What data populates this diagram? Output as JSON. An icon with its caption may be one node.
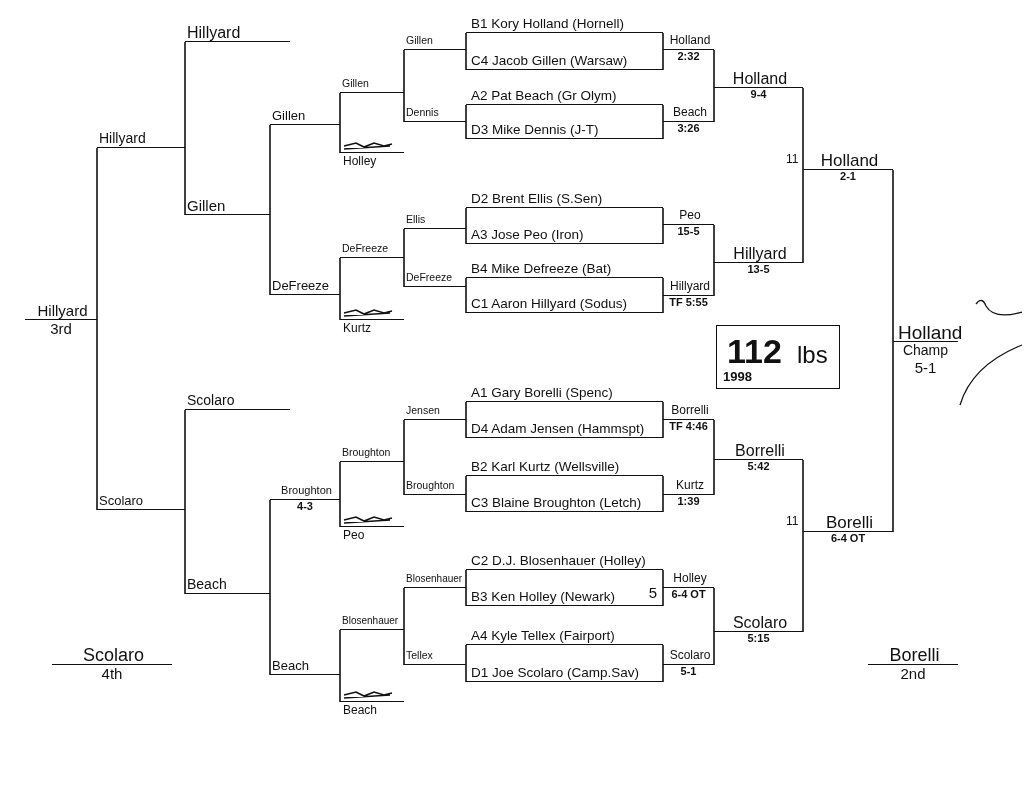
{
  "diagram": {
    "nodes": [
      {
        "text": [
          "112",
          "lbs",
          "1998"
        ]
      },
      {
        "text": [
          "B1 Kory Holland (Hornell)"
        ]
      },
      {
        "text": [
          "C4 Jacob Gillen (Warsaw)"
        ]
      },
      {
        "text": [
          "A2 Pat Beach (Gr Olym)"
        ]
      },
      {
        "text": [
          "D3 Mike Dennis (J-T)"
        ]
      },
      {
        "text": [
          "D2 Brent Ellis (S.Sen)"
        ]
      },
      {
        "text": [
          "A3 Jose Peo (Iron)"
        ]
      },
      {
        "text": [
          "B4 Mike Defreeze (Bat)"
        ]
      },
      {
        "text": [
          "C1 Aaron Hillyard (Sodus)"
        ]
      },
      {
        "text": [
          "A1 Gary Borelli (Spenc)"
        ]
      },
      {
        "text": [
          "D4 Adam Jensen (Hammspt)"
        ]
      },
      {
        "text": [
          "B2 Karl Kurtz (Wellsville)"
        ]
      },
      {
        "text": [
          "C3 Blaine Broughton (Letch)"
        ]
      },
      {
        "text": [
          "C2 D.J. Blosenhauer (Holley)"
        ]
      },
      {
        "text": [
          "B3 Ken Holley (Newark)"
        ],
        "beside": [
          "5"
        ]
      },
      {
        "text": [
          "A4 Kyle Tellex (Fairport)"
        ]
      },
      {
        "text": [
          "D1 Joe Scolaro (Camp.Sav)"
        ]
      },
      {
        "text": [
          "Holland",
          "2:32"
        ]
      },
      {
        "text": [
          "Beach",
          "3:26"
        ]
      },
      {
        "text": [
          "Peo",
          "15-5"
        ]
      },
      {
        "text": [
          "Hillyard",
          "TF 5:55"
        ]
      },
      {
        "text": [
          "Borrelli",
          "TF 4:46"
        ]
      },
      {
        "text": [
          "Kurtz",
          "1:39"
        ]
      },
      {
        "text": [
          "Holley",
          "6-4 OT"
        ]
      },
      {
        "text": [
          "Scolaro",
          "5-1"
        ]
      },
      {
        "text": [
          "Holland",
          "9-4"
        ]
      },
      {
        "text": [
          "Hillyard",
          "13-5"
        ]
      },
      {
        "text": [
          "Borrelli",
          "5:42"
        ]
      },
      {
        "text": [
          "Scolaro",
          "5:15"
        ]
      },
      {
        "text": [
          "Holland",
          "2-1"
        ],
        "beside": [
          "11"
        ]
      },
      {
        "text": [
          "Borelli",
          "6-4 OT"
        ],
        "beside": [
          "11"
        ]
      },
      {
        "text": [
          "Holland",
          "Champ",
          "5-1"
        ]
      },
      {
        "text": [
          "Gillen"
        ]
      },
      {
        "text": [
          "Dennis"
        ]
      },
      {
        "text": [
          "Gillen"
        ]
      },
      {
        "text": [
          "Holley"
        ]
      },
      {
        "text": [
          "Gillen"
        ]
      },
      {
        "text": [
          "Ellis"
        ]
      },
      {
        "text": [
          "DeFreeze"
        ]
      },
      {
        "text": [
          "DeFreeze"
        ]
      },
      {
        "text": [
          "Kurtz"
        ]
      },
      {
        "text": [
          "DeFreeze"
        ]
      },
      {
        "text": [
          "Gillen"
        ]
      },
      {
        "text": [
          "Hillyard"
        ]
      },
      {
        "text": [
          "Hillyard"
        ]
      },
      {
        "text": [
          "Jensen"
        ]
      },
      {
        "text": [
          "Broughton"
        ]
      },
      {
        "text": [
          "Broughton"
        ]
      },
      {
        "text": [
          "Peo"
        ]
      },
      {
        "text": [
          "Broughton",
          "4-3"
        ]
      },
      {
        "text": [
          "Blosenhauer"
        ]
      },
      {
        "text": [
          "Tellex"
        ]
      },
      {
        "text": [
          "Blosenhauer"
        ]
      },
      {
        "text": [
          "Beach"
        ]
      },
      {
        "text": [
          "Beach"
        ]
      },
      {
        "text": [
          "Beach"
        ]
      },
      {
        "text": [
          "Scolaro"
        ]
      },
      {
        "text": [
          "Scolaro"
        ]
      },
      {
        "text": [
          "Hillyard",
          "3rd"
        ]
      },
      {
        "text": [
          "Scolaro",
          "4th"
        ]
      },
      {
        "text": [
          "Borelli",
          "2nd"
        ]
      }
    ],
    "edges": [
      {
        "from": 1,
        "to": 17,
        "arrow": "none"
      },
      {
        "from": 2,
        "to": 17,
        "arrow": "none"
      },
      {
        "from": 3,
        "to": 18,
        "arrow": "none"
      },
      {
        "from": 4,
        "to": 18,
        "arrow": "none"
      },
      {
        "from": 5,
        "to": 19,
        "arrow": "none"
      },
      {
        "from": 6,
        "to": 19,
        "arrow": "none"
      },
      {
        "from": 7,
        "to": 20,
        "arrow": "none"
      },
      {
        "from": 8,
        "to": 20,
        "arrow": "none"
      },
      {
        "from": 9,
        "to": 21,
        "arrow": "none"
      },
      {
        "from": 10,
        "to": 21,
        "arrow": "none"
      },
      {
        "from": 11,
        "to": 22,
        "arrow": "none"
      },
      {
        "from": 12,
        "to": 22,
        "arrow": "none"
      },
      {
        "from": 13,
        "to": 23,
        "arrow": "none"
      },
      {
        "from": 14,
        "to": 23,
        "arrow": "none"
      },
      {
        "from": 15,
        "to": 24,
        "arrow": "none"
      },
      {
        "from": 16,
        "to": 24,
        "arrow": "none"
      },
      {
        "from": 17,
        "to": 25,
        "arrow": "none"
      },
      {
        "from": 18,
        "to": 25,
        "arrow": "none"
      },
      {
        "from": 19,
        "to": 26,
        "arrow": "none"
      },
      {
        "from": 20,
        "to": 26,
        "arrow": "none"
      },
      {
        "from": 21,
        "to": 27,
        "arrow": "none"
      },
      {
        "from": 22,
        "to": 27,
        "arrow": "none"
      },
      {
        "from": 23,
        "to": 28,
        "arrow": "none"
      },
      {
        "from": 24,
        "to": 28,
        "arrow": "none"
      },
      {
        "from": 25,
        "to": 29,
        "arrow": "none"
      },
      {
        "from": 26,
        "to": 29,
        "arrow": "none"
      },
      {
        "from": 27,
        "to": 30,
        "arrow": "none"
      },
      {
        "from": 28,
        "to": 30,
        "arrow": "none"
      },
      {
        "from": 29,
        "to": 31,
        "arrow": "none"
      },
      {
        "from": 30,
        "to": 31,
        "arrow": "none"
      },
      {
        "from": 1,
        "to": 32,
        "arrow": "none"
      },
      {
        "from": 2,
        "to": 32,
        "arrow": "none"
      },
      {
        "from": 3,
        "to": 33,
        "arrow": "none"
      },
      {
        "from": 4,
        "to": 33,
        "arrow": "none"
      },
      {
        "from": 5,
        "to": 37,
        "arrow": "none"
      },
      {
        "from": 6,
        "to": 37,
        "arrow": "none"
      },
      {
        "from": 7,
        "to": 38,
        "arrow": "none"
      },
      {
        "from": 8,
        "to": 38,
        "arrow": "none"
      },
      {
        "from": 9,
        "to": 45,
        "arrow": "none"
      },
      {
        "from": 10,
        "to": 45,
        "arrow": "none"
      },
      {
        "from": 11,
        "to": 46,
        "arrow": "none"
      },
      {
        "from": 12,
        "to": 46,
        "arrow": "none"
      },
      {
        "from": 13,
        "to": 50,
        "arrow": "none"
      },
      {
        "from": 14,
        "to": 50,
        "arrow": "none"
      },
      {
        "from": 15,
        "to": 51,
        "arrow": "none"
      },
      {
        "from": 16,
        "to": 51,
        "arrow": "none"
      },
      {
        "from": 32,
        "to": 34,
        "arrow": "none"
      },
      {
        "from": 33,
        "to": 34,
        "arrow": "none"
      },
      {
        "from": 34,
        "to": 36,
        "arrow": "none"
      },
      {
        "from": 35,
        "to": 36,
        "arrow": "none"
      },
      {
        "from": 37,
        "to": 39,
        "arrow": "none"
      },
      {
        "from": 38,
        "to": 39,
        "arrow": "none"
      },
      {
        "from": 39,
        "to": 41,
        "arrow": "none"
      },
      {
        "from": 40,
        "to": 41,
        "arrow": "none"
      },
      {
        "from": 36,
        "to": 42,
        "arrow": "none"
      },
      {
        "from": 41,
        "to": 42,
        "arrow": "none"
      },
      {
        "from": 43,
        "to": 44,
        "arrow": "none"
      },
      {
        "from": 42,
        "to": 44,
        "arrow": "none"
      },
      {
        "from": 45,
        "to": 47,
        "arrow": "none"
      },
      {
        "from": 46,
        "to": 47,
        "arrow": "none"
      },
      {
        "from": 47,
        "to": 49,
        "arrow": "none"
      },
      {
        "from": 48,
        "to": 49,
        "arrow": "none"
      },
      {
        "from": 50,
        "to": 52,
        "arrow": "none"
      },
      {
        "from": 51,
        "to": 52,
        "arrow": "none"
      },
      {
        "from": 52,
        "to": 54,
        "arrow": "none"
      },
      {
        "from": 53,
        "to": 54,
        "arrow": "none"
      },
      {
        "from": 49,
        "to": 55,
        "arrow": "none"
      },
      {
        "from": 54,
        "to": 55,
        "arrow": "none"
      },
      {
        "from": 56,
        "to": 57,
        "arrow": "none"
      },
      {
        "from": 55,
        "to": 57,
        "arrow": "none"
      },
      {
        "from": 44,
        "to": 58,
        "arrow": "none"
      },
      {
        "from": 57,
        "to": 58,
        "arrow": "none"
      }
    ]
  }
}
